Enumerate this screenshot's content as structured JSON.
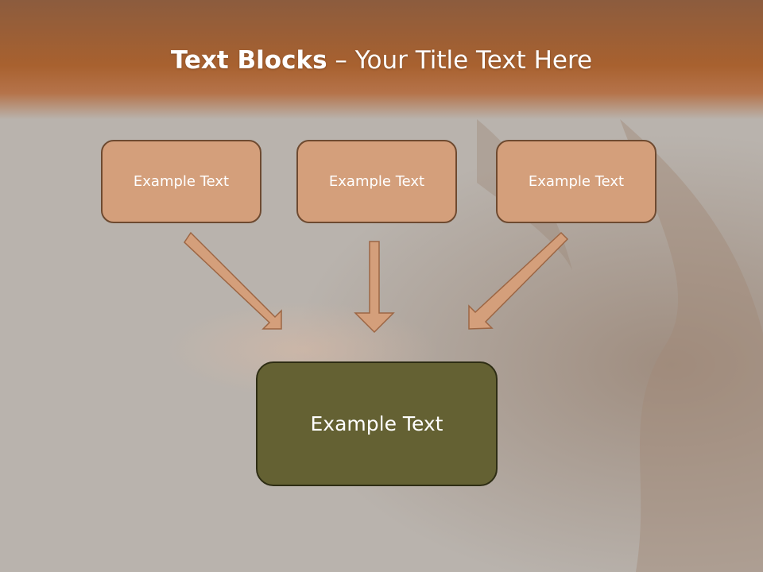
{
  "title": {
    "bold": "Text Blocks",
    "separator": " – ",
    "rest": "Your Title Text Here"
  },
  "blocks": {
    "top": [
      "Example Text",
      "Example Text",
      "Example Text"
    ],
    "center": "Example Text"
  },
  "colors": {
    "title_band": "#a8612f",
    "top_box_fill": "#d49f7b",
    "top_box_border": "#6e4a30",
    "center_box_fill": "#646133",
    "arrow_fill": "#d49f7b",
    "arrow_stroke": "#9c6644"
  }
}
